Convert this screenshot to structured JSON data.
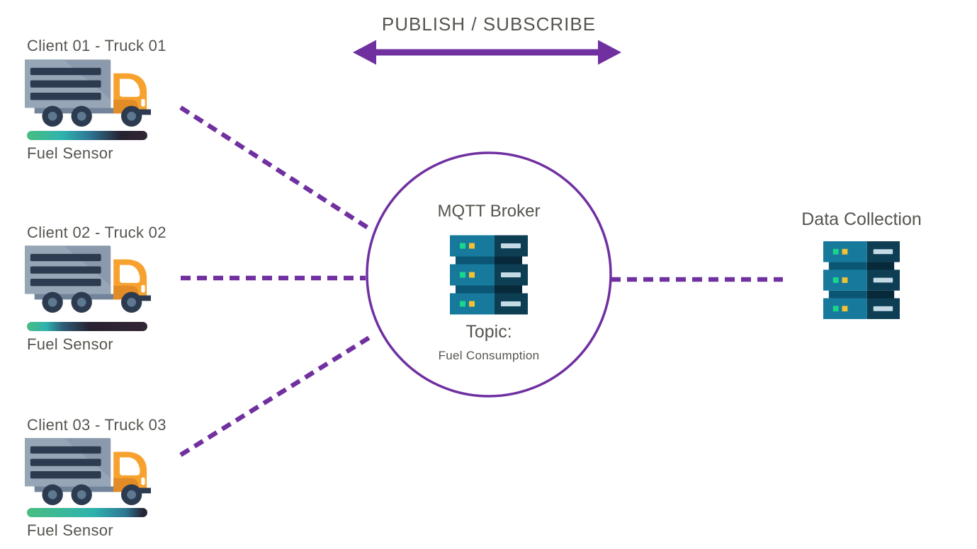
{
  "title": "PUBLISH / SUBSCRIBE",
  "clients": [
    {
      "label": "Client 01 - Truck 01",
      "sensor_label": "Fuel Sensor",
      "fuel_gradient": [
        "#4abd82 0%",
        "#2eb2ae 30%",
        "#2e7794 52%",
        "#272231 78%",
        "#332536 100%"
      ]
    },
    {
      "label": "Client 02 - Truck 02",
      "sensor_label": "Fuel Sensor",
      "fuel_gradient": [
        "#4abd82 0%",
        "#2eb2ae 16%",
        "#2e5b77 30%",
        "#272231 52%",
        "#332536 100%"
      ]
    },
    {
      "label": "Client 03 - Truck 03",
      "sensor_label": "Fuel Sensor",
      "fuel_gradient": [
        "#4abd82 0%",
        "#2eb2ae 55%",
        "#2e7794 82%",
        "#272231 97%",
        "#332536 100%"
      ]
    }
  ],
  "broker": {
    "title": "MQTT Broker",
    "topic_label": "Topic:",
    "topic_value": "Fuel Consumption"
  },
  "collector": {
    "label": "Data Collection"
  },
  "icons": {
    "truck": "truck-icon",
    "server": "server-rack-icon",
    "arrow": "bidirectional-arrow-icon"
  },
  "colors": {
    "accent_purple": "#7030a0",
    "text_gray": "#55544e",
    "truck_orange": "#f7a22f",
    "truck_body": "#8a9aac",
    "truck_dark": "#2c3b4f",
    "server_teal": "#17799c",
    "server_navy": "#0d3e54",
    "indicator_green": "#19d78a",
    "indicator_yellow": "#f2c230",
    "fuel_green": "#4abd82",
    "fuel_teal": "#2eb2ae",
    "fuel_dark": "#272231"
  }
}
